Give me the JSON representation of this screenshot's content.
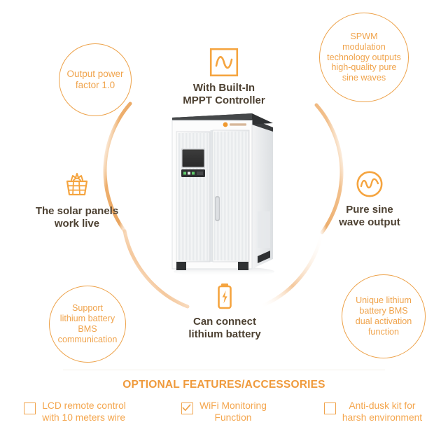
{
  "theme": {
    "accent_orange": "#f0a44d",
    "title_orange": "#ef9a3c",
    "label_brown": "#4d4132",
    "arc_orange": "#e8a45c"
  },
  "bubbles": [
    {
      "id": "output-power",
      "name": "bubble-output-power",
      "text": "Output power\nfactor 1.0"
    },
    {
      "id": "spwm",
      "name": "bubble-spwm",
      "text": "SPWM\nmodulation\ntechnology outputs\nhigh-quality pure\nsine waves"
    },
    {
      "id": "bms-support",
      "name": "bubble-bms-support",
      "text": "Support\nlithium battery\nBMS\ncommunication"
    },
    {
      "id": "bms-dual",
      "name": "bubble-bms-dual",
      "text": "Unique lithium\nbattery BMS\ndual activation\nfunction"
    }
  ],
  "features": [
    {
      "id": "mppt",
      "icon": "sine-wave-square-icon",
      "label": "With Built-In\nMPPT Controller"
    },
    {
      "id": "solar",
      "icon": "solar-panel-icon",
      "label": "The solar panels\nwork live"
    },
    {
      "id": "sine",
      "icon": "sine-wave-circle-icon",
      "label": "Pure sine\nwave output"
    },
    {
      "id": "battery",
      "icon": "battery-bolt-icon",
      "label": "Can connect\nlithium battery"
    }
  ],
  "product": {
    "name": "industrial-inverter-cabinet",
    "display_panel": "lcd-screen",
    "brand_mark": "manufacturer-logo"
  },
  "optional": {
    "title": "OPTIONAL FEATURES/ACCESSORIES",
    "items": [
      {
        "label": "LCD remote control\nwith 10 meters wire",
        "checked": false
      },
      {
        "label": "WiFi Monitoring\nFunction",
        "checked": true
      },
      {
        "label": "Anti-dusk kit for\nharsh environment",
        "checked": false
      }
    ]
  }
}
